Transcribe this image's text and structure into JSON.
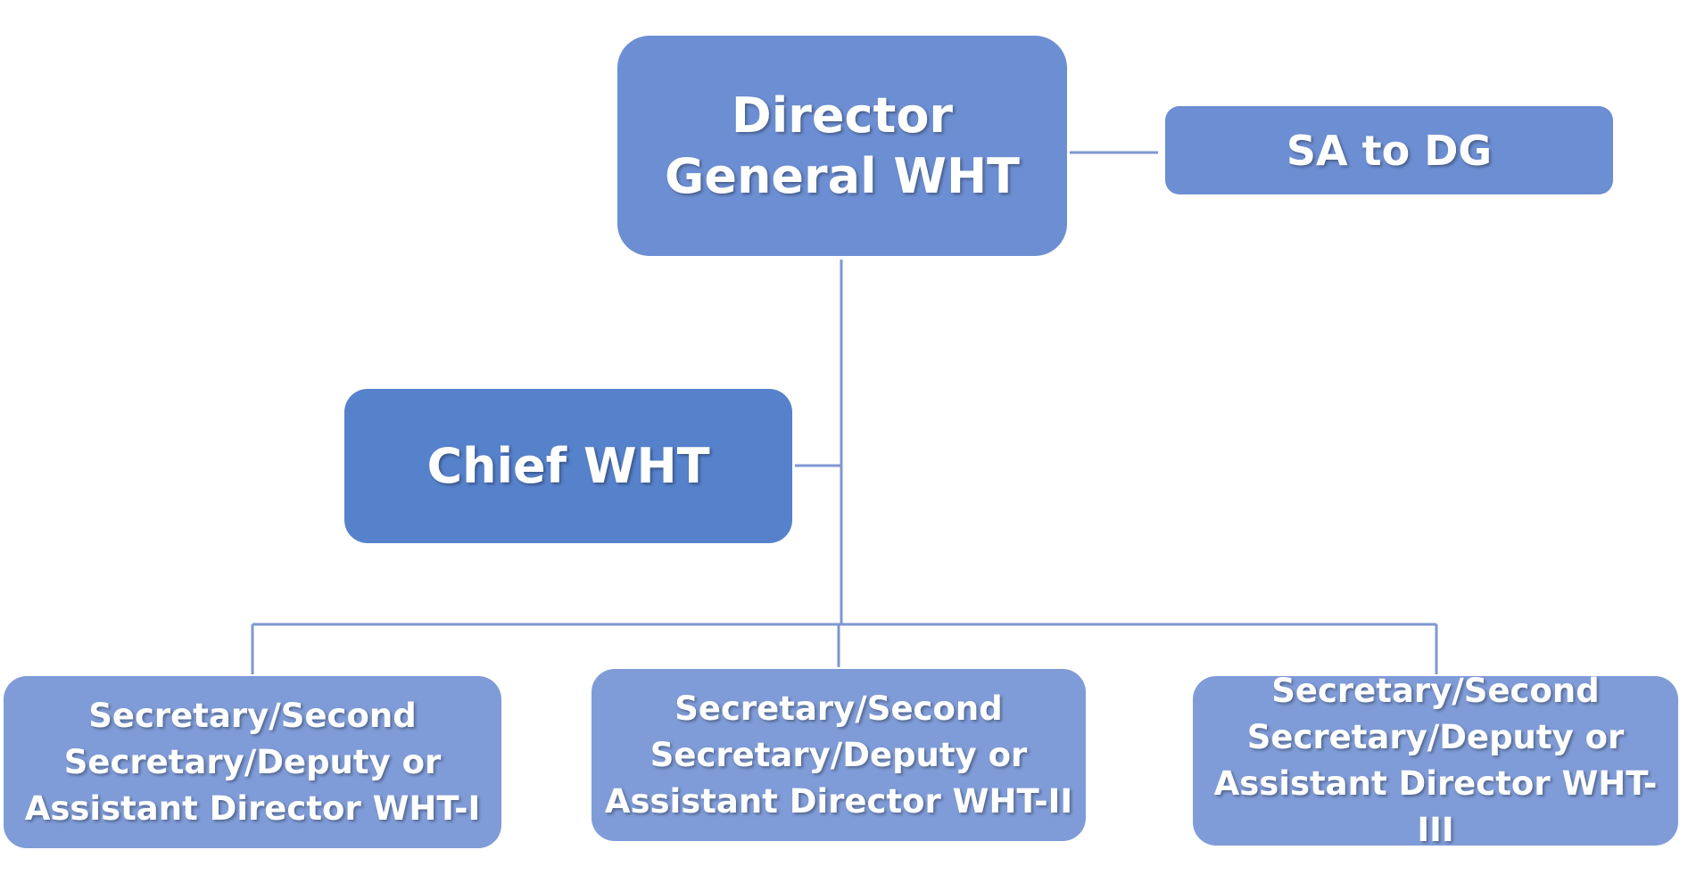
{
  "org_chart": {
    "director_general": "Director General WHT",
    "sa_to_dg": "SA to DG",
    "chief": "Chief WHT",
    "subordinates": [
      "Secretary/Second Secretary/Deputy or Assistant Director WHT-I",
      "Secretary/Second Secretary/Deputy or Assistant Director WHT-II",
      "Secretary/Second Secretary/Deputy or Assistant Director WHT-III"
    ]
  },
  "colors": {
    "node": "#6C8ED2",
    "chief_node": "#5681CB",
    "subordinate_node": "#7F9CD8",
    "connector": "#7F97D1",
    "text": "#FFFFFF"
  }
}
